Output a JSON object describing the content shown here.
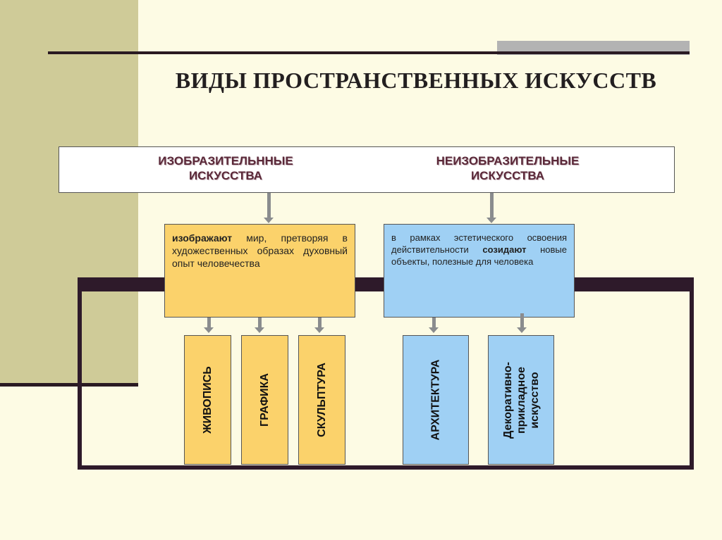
{
  "title": "ВИДЫ ПРОСТРАНСТВЕННЫХ ИСКУССТВ",
  "categories": {
    "figurative": [
      "ИЗОБРАЗИТЕЛЬННЫЕ",
      "ИСКУССТВА"
    ],
    "nonfigurative": [
      "НЕИЗОБРАЗИТЕЛЬНЫЕ",
      "ИСКУССТВА"
    ]
  },
  "descriptions": {
    "figurative": {
      "bold": "изображают",
      "rest": " мир, претворяя в художественных образах духовный опыт человечества"
    },
    "nonfigurative": {
      "before": "в рамках эстетического освоения действительности ",
      "bold": "созидают",
      "after": " новые объекты, полезные для человека"
    }
  },
  "kinds": {
    "painting": "ЖИВОПИСЬ",
    "graphics": "ГРАФИКА",
    "sculpture": "СКУЛЬПТУРА",
    "architecture": "АРХИТЕКТУРА",
    "decorative": [
      "Декоративно-",
      "прикладное",
      "искусство"
    ]
  },
  "colors": {
    "figurative_box": "#fbd26b",
    "nonfigurative_box": "#9fd0f4",
    "category_text": "#5a2838",
    "frame": "#2e1a2a",
    "left_band": "#cfcb98"
  }
}
